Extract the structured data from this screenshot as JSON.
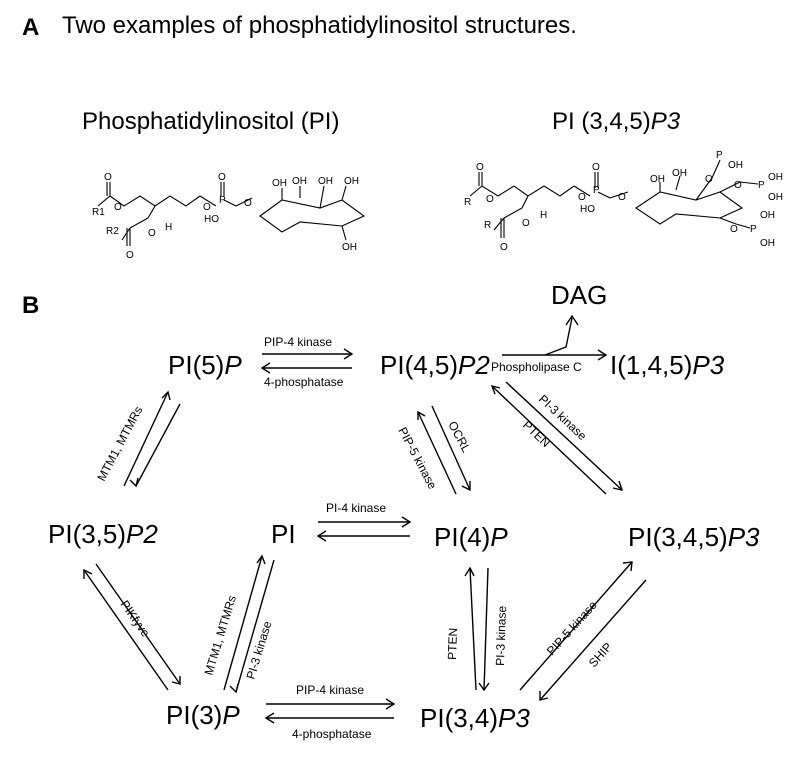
{
  "panelA": {
    "letter": "A",
    "title": "Two examples of phosphatidylinositol structures.",
    "structure_left_title": "Phosphatidylinositol (PI)",
    "structure_right_title": "PI (3,4,5)P3"
  },
  "panelB": {
    "letter": "B",
    "nodes": {
      "dag": "DAG",
      "pi5p": "PI(5)P",
      "pi45p2": "PI(4,5)P2",
      "ip3": "I(1,4,5)P3",
      "pi35p2": "PI(3,5)P2",
      "pi": "PI",
      "pi4p": "PI(4)P",
      "pi345p3": "PI(3,4,5)P3",
      "pi3p": "PI(3)P",
      "pi34p3": "PI(3,4)P3"
    },
    "enzymes": {
      "pip4k_top": "PIP-4 kinase",
      "phosphatase4_top": "4-phosphatase",
      "plc": "Phospholipase C",
      "mtm_left": "MTM1, MTMRs",
      "ocrl": "OCRL",
      "pip5k_mid": "PIP-5 kinase",
      "pi3k_right": "PI-3 kinase",
      "pten_right": "PTEN",
      "pi4k": "PI-4 kinase",
      "pikfyve": "PIKfyve",
      "mtm_mid": "MTM1, MTMRs",
      "pi3k_mid": "PI-3 kinase",
      "pten_mid": "PTEN",
      "pi3k_low": "PI-3 kinase",
      "pip5k_low": "PIP-5 kinase",
      "ship": "SHIP",
      "pip4k_bottom": "PIP-4 kinase",
      "phosphatase4_bottom": "4-phosphatase"
    }
  },
  "atoms": {
    "o": "O",
    "oh": "OH",
    "h": "H",
    "p": "P",
    "r": "R",
    "r1": "R1",
    "r2": "R2",
    "ho": "HO"
  }
}
